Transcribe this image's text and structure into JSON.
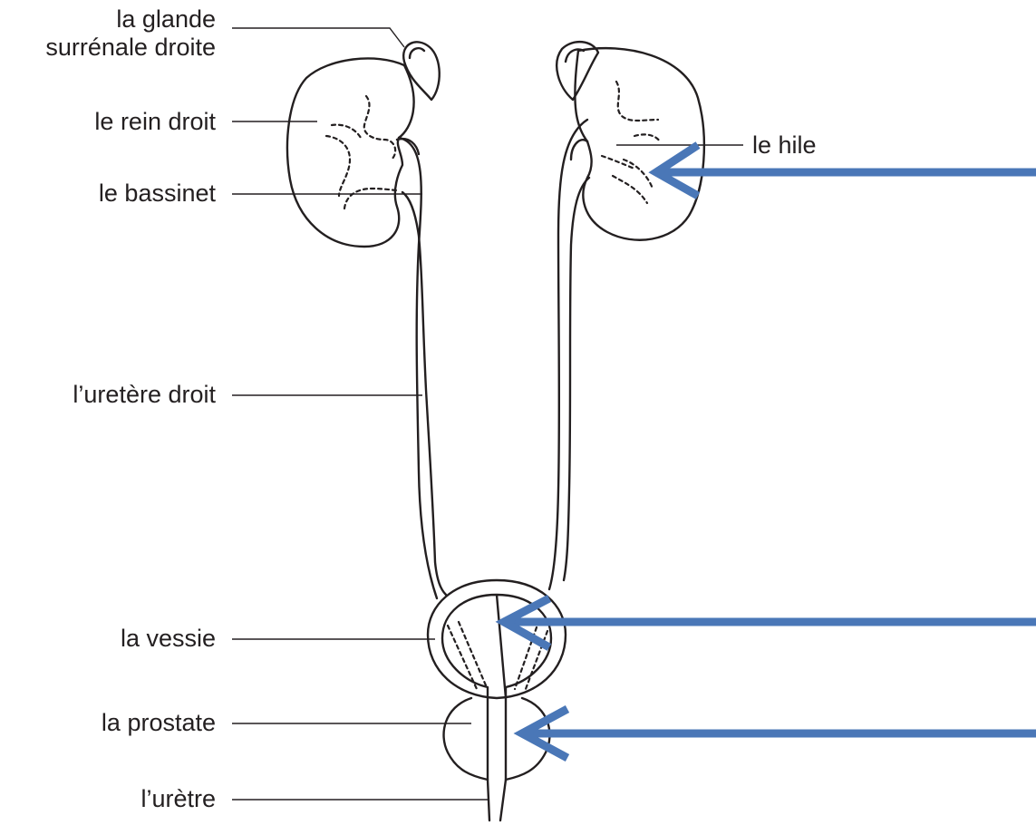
{
  "labels": {
    "adrenal_line1": "la glande",
    "adrenal_line2": "surrénale droite",
    "kidney": "le rein droit",
    "pelvis": "le bassinet",
    "ureter": "l’uretère droit",
    "bladder": "la vessie",
    "prostate": "la prostate",
    "urethra": "l’urètre",
    "hilum": "le hile"
  },
  "colors": {
    "line": "#231f20",
    "arrow": "#4a77b7",
    "text": "#231f20"
  },
  "arrows": [
    {
      "name": "arrow-to-hile",
      "direction": "left"
    },
    {
      "name": "arrow-to-bladder",
      "direction": "left"
    },
    {
      "name": "arrow-to-prostate",
      "direction": "left"
    }
  ]
}
